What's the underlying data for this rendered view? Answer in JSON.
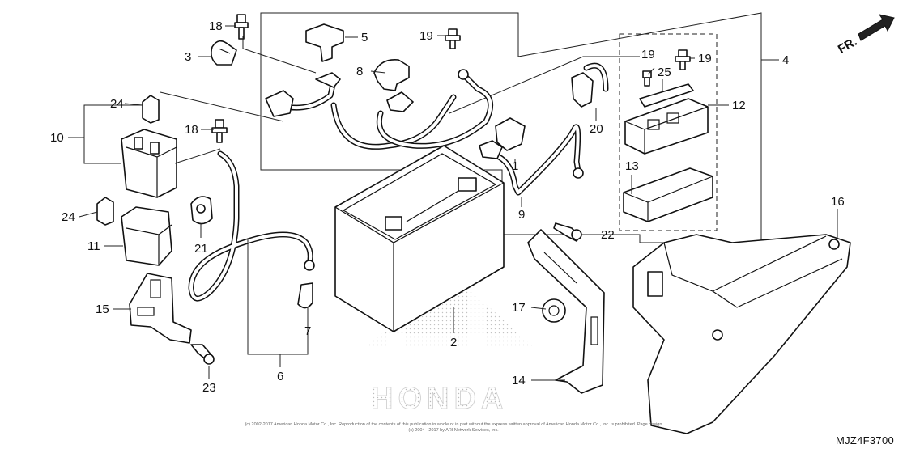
{
  "diagram": {
    "direction_label": "FR.",
    "watermark_text": "HONDA",
    "diagram_code": "MJZ4F3700",
    "copyright_text": "(c) 2002-2017 American Honda Motor Co., Inc. Reproduction of the contents of this publication in whole or in part without the express written approval of American Honda Motor Co., Inc. is prohibited. Page design (c) 2004 - 2017 by ARI Network Services, Inc."
  },
  "callouts": {
    "c1": "1",
    "c2": "2",
    "c3": "3",
    "c4": "4",
    "c5": "5",
    "c6": "6",
    "c7": "7",
    "c8": "8",
    "c9": "9",
    "c10": "10",
    "c11": "11",
    "c12": "12",
    "c13": "13",
    "c14": "14",
    "c15": "15",
    "c16": "16",
    "c17": "17",
    "c18a": "18",
    "c18b": "18",
    "c19a": "19",
    "c19b": "19",
    "c19c": "19",
    "c20": "20",
    "c21": "21",
    "c22": "22",
    "c23": "23",
    "c24a": "24",
    "c24b": "24",
    "c25": "25"
  }
}
